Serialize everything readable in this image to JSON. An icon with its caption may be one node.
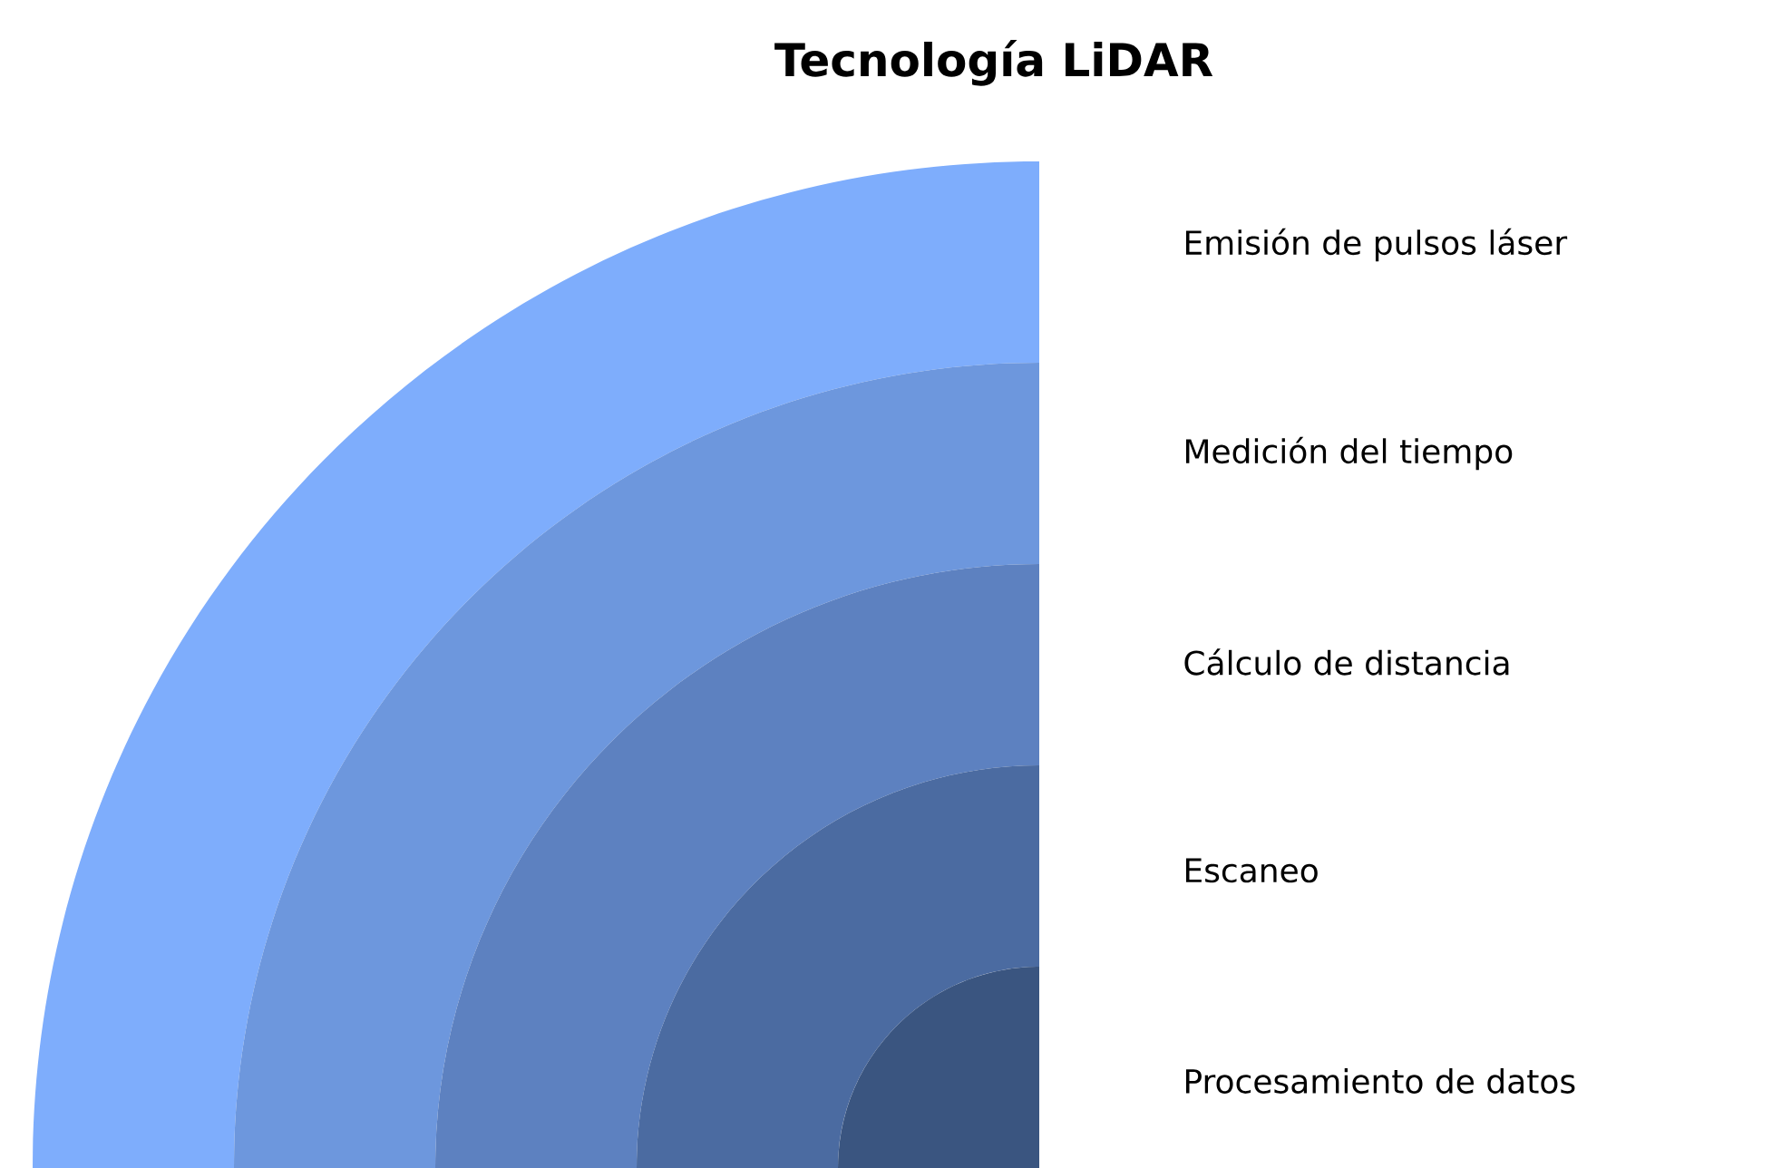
{
  "diagram": {
    "title": "Tecnología LiDAR",
    "nodes": [
      {
        "text": [
          "Emisión de pulsos láser"
        ]
      },
      {
        "text": [
          "Medición del tiempo"
        ]
      },
      {
        "text": [
          "Cálculo de distancia"
        ]
      },
      {
        "text": [
          "Escaneo"
        ]
      },
      {
        "text": [
          "Procesamiento de datos"
        ]
      }
    ]
  }
}
